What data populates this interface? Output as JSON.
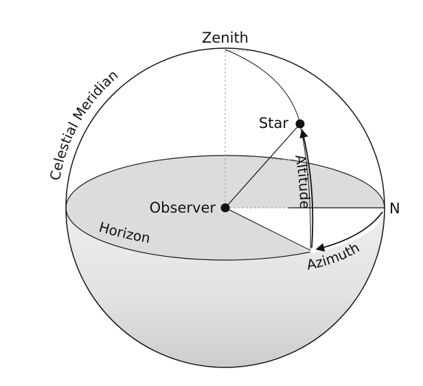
{
  "diagram": {
    "labels": {
      "zenith": "Zenith",
      "celestial_meridian": "Celestial Meridian",
      "star": "Star",
      "altitude": "Altitude",
      "observer": "Observer",
      "north": "N",
      "horizon": "Horizon",
      "azimuth": "Azimuth"
    },
    "colors": {
      "stroke": "#111111",
      "guide": "#9a9a9a",
      "horizon_fill": "#dcdcdc",
      "hemisphere_shade": "#cfcfcf",
      "background": "#ffffff"
    }
  }
}
